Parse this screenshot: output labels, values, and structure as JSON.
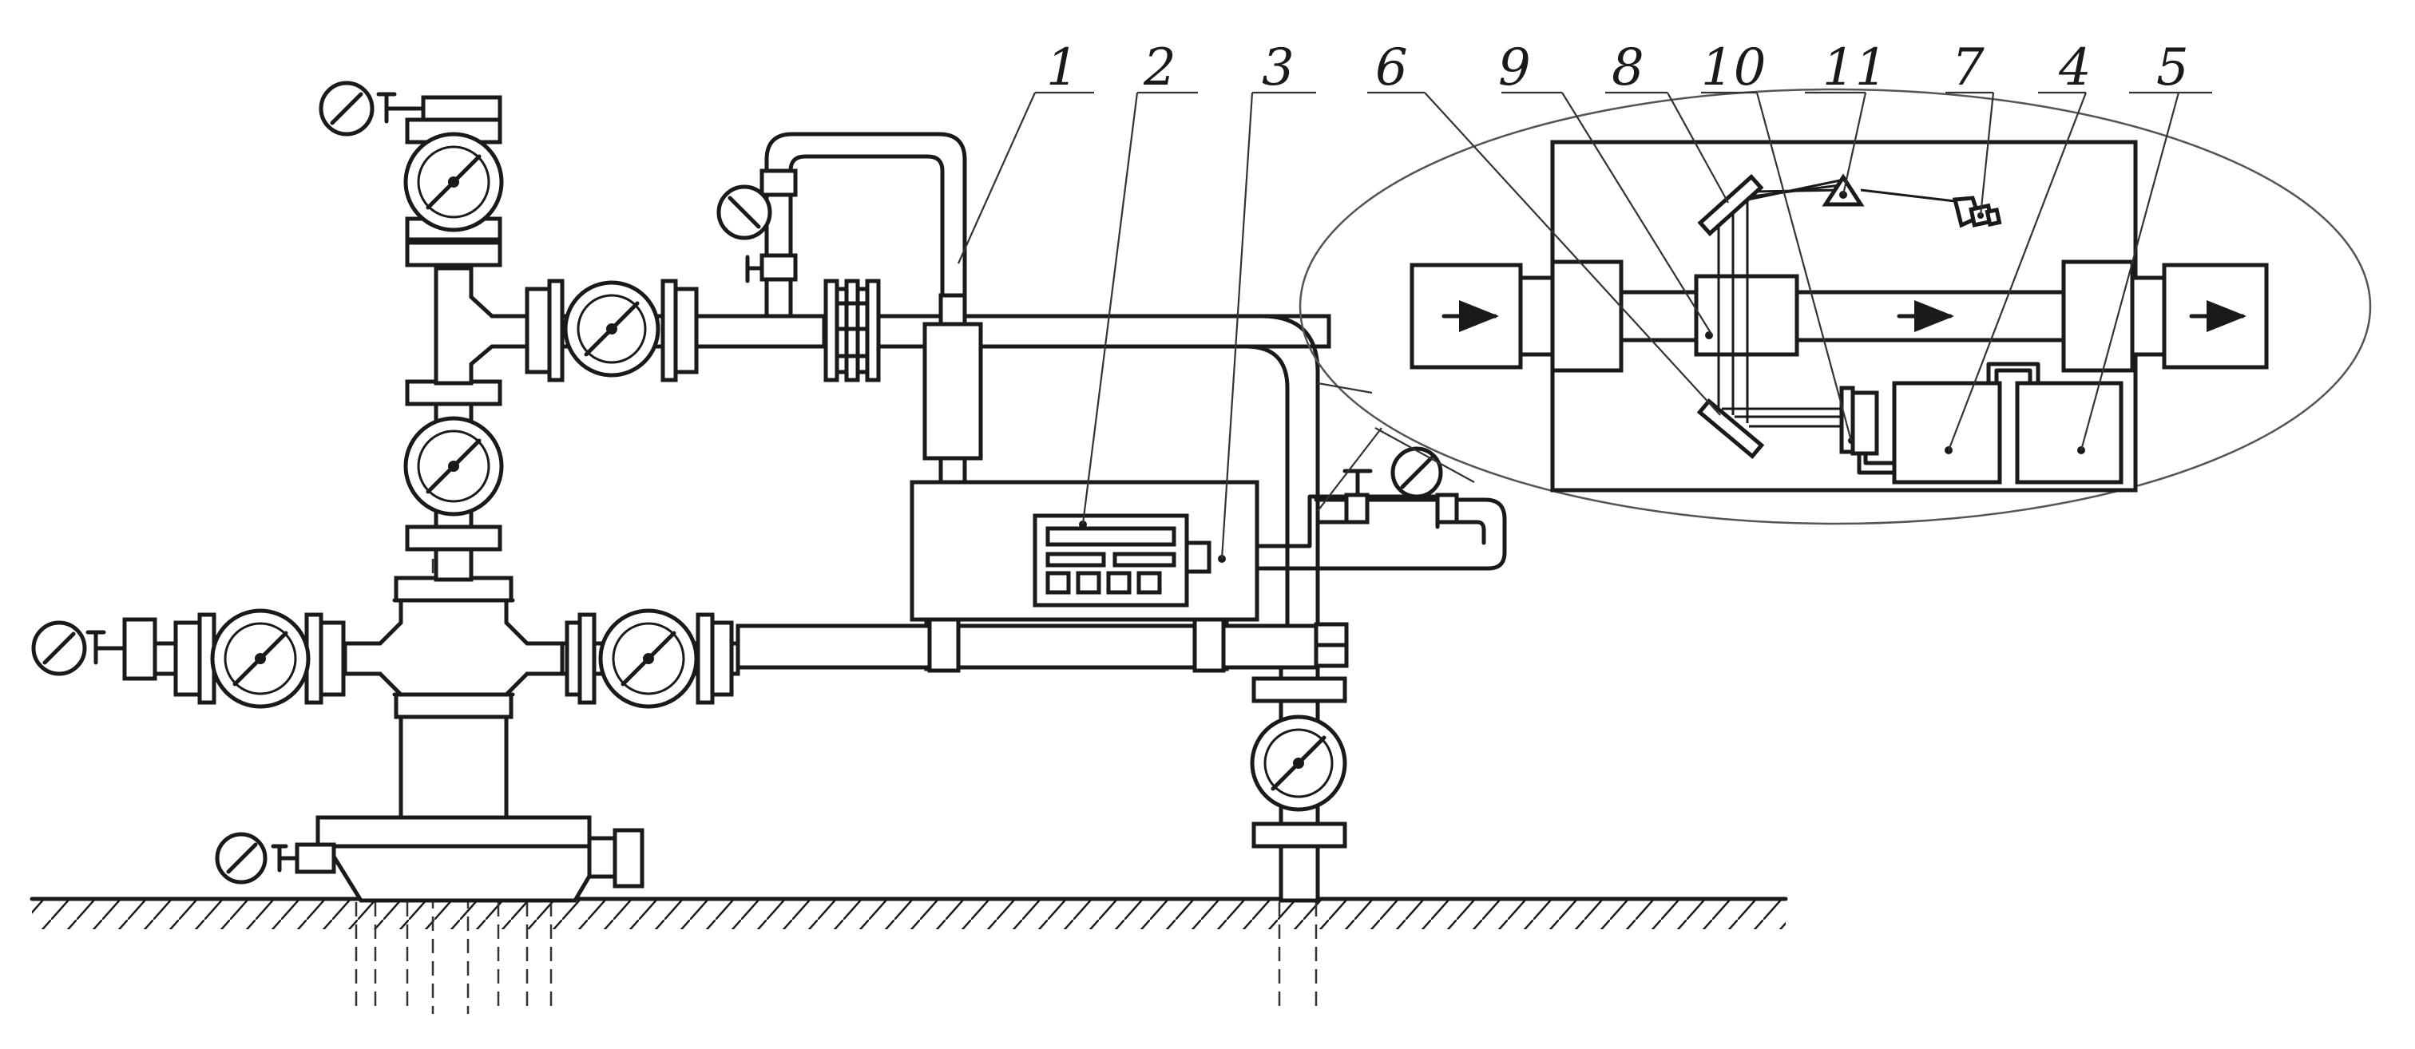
{
  "callouts": [
    {
      "id": "c1",
      "label": "1"
    },
    {
      "id": "c2",
      "label": "2"
    },
    {
      "id": "c3",
      "label": "3"
    },
    {
      "id": "c6",
      "label": "6"
    },
    {
      "id": "c9",
      "label": "9"
    },
    {
      "id": "c8",
      "label": "8"
    },
    {
      "id": "c10",
      "label": "10"
    },
    {
      "id": "c11",
      "label": "11"
    },
    {
      "id": "c7",
      "label": "7"
    },
    {
      "id": "c4",
      "label": "4"
    },
    {
      "id": "c5",
      "label": "5"
    }
  ],
  "colors": {
    "line": "#1a1a1a",
    "background": "#ffffff"
  }
}
